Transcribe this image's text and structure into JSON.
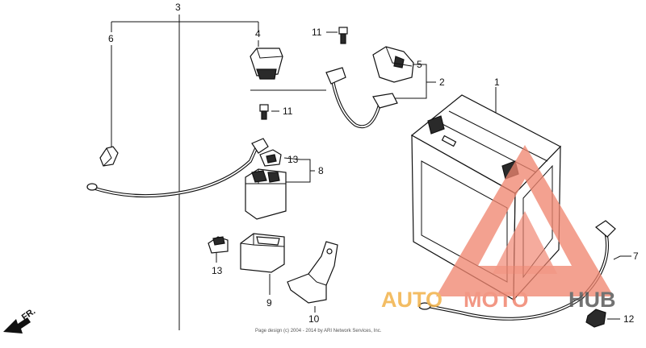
{
  "diagram": {
    "callouts": {
      "c1": "1",
      "c2": "2",
      "c3": "3",
      "c4": "4",
      "c5": "5",
      "c6": "6",
      "c7": "7",
      "c8": "8",
      "c9": "9",
      "c10": "10",
      "c11a": "11",
      "c11b": "11",
      "c12": "12",
      "c13a": "13",
      "c13b": "13"
    },
    "direction_label": "FR.",
    "copyright": "Page design (c) 2004 - 2014 by ARI Network Services, Inc.",
    "watermark": {
      "part_a": "AUTO",
      "part_b": "MOTO",
      "part_c": "HUB",
      "color_a": "#f2b24a",
      "color_b": "#f0856f",
      "color_c": "#5a5a5a",
      "triangle_color": "#f0856f"
    }
  }
}
